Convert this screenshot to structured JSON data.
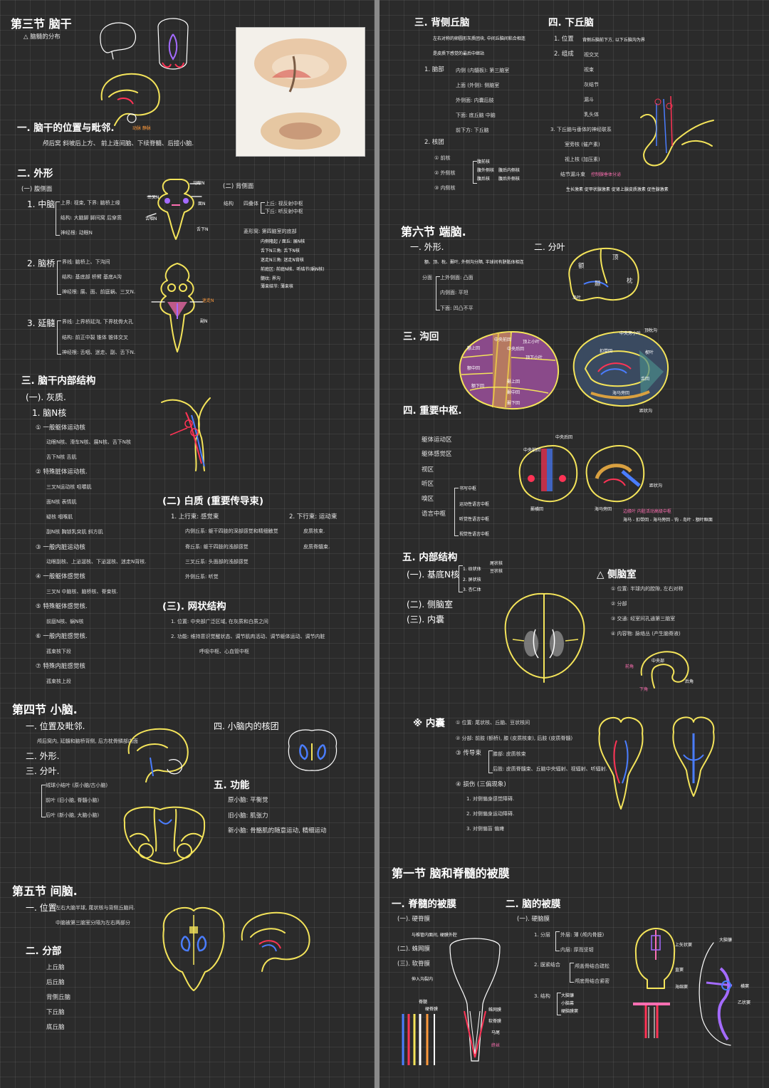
{
  "left": {
    "sec3_title": "第三节 脑干",
    "sec3_sub": "△ 脑髓的分布",
    "s1_title": "一. 脑干的位置与毗邻.",
    "s1_text": "颅后窝 斜坡后上方、 前上连间脑、下续脊髓、后接小脑.",
    "s2_title": "二. 外形",
    "s2_sub1": "(一) 腹侧面",
    "s2_sub2": "(二) 背侧面",
    "mid_title": "1. 中脑",
    "mid_l1": "上界: 视束, 下界: 脑桥上缘",
    "mid_l2": "结构: 大脑脚 脚间窝 后穿质",
    "mid_l3": "神经根: 动眼N",
    "pons_title": "2. 脑桥",
    "pons_l1": "界线: 脑桥上、下沟间",
    "pons_l2": "结构: 基底部 桥臂 基底A沟",
    "pons_l3": "神经根: 展、面、前庭蜗、三叉N.",
    "med_title": "3. 延髓",
    "med_l1": "界线: 上界桥延沟, 下界枕骨大孔",
    "med_l2": "结构: 前正中裂 锥体 锥体交叉",
    "med_l3": "神经根: 舌咽、迷走、副、舌下N.",
    "dorsal_l1": "结构",
    "dorsal_l2": "四叠体",
    "dorsal_l3": "上丘: 视反射中枢",
    "dorsal_l4": "下丘: 听反射中枢",
    "dorsal_l5": "菱形窝: 第四脑室的底部",
    "dorsal_items": [
      "内侧隆起 / 面丘: 展N核",
      "舌下N三角: 舌下N核",
      "迷走N三角: 迷走N背核",
      "前庭区: 前庭N核、听结节(蜗N核)",
      "髓纹: 界沟",
      "薄束结节: 薄束核"
    ],
    "s3_title": "三. 脑干内部结构",
    "s3_sub": "(一). 灰质.",
    "gray_1": "1. 脑N核",
    "gray_a": "① 一般躯体运动核",
    "gray_a1": "动眼N核、滑车N核、展N核、舌下N核",
    "gray_a2": "舌下N核 舌肌",
    "gray_b": "② 特殊脏体运动核.",
    "gray_b1": "三叉N运动核 咀嚼肌",
    "gray_b2": "面N核 表情肌",
    "gray_b3": "疑核 咽喉肌",
    "gray_b4": "副N核 胸锁乳突肌 斜方肌",
    "gray_c": "③ 一般内脏运动核",
    "gray_c1": "动眼副核、上泌涎核、下泌涎核、迷走N背核.",
    "gray_d": "④ 一般躯体感觉核",
    "gray_d1": "三叉N 中脑核、脑桥核、脊束核.",
    "gray_e": "⑤ 特殊躯体感觉核.",
    "gray_e1": "前庭N核、蜗N核",
    "gray_f": "⑥ 一般内脏感觉核.",
    "gray_f1": "孤束核下段",
    "gray_g": "⑦ 特殊内脏感觉核",
    "gray_g1": "孤束核上段",
    "white_title": "(二) 白质 (重要传导束)",
    "white_1": "1. 上行束: 感觉束",
    "white_1a": "内侧丘系: 躯干四肢的深部感觉和精细触觉",
    "white_1b": "脊丘系: 躯干四肢的浅部感觉",
    "white_1c": "三叉丘系: 头面部的浅部感觉",
    "white_1d": "外侧丘系: 听觉",
    "white_2": "2. 下行束: 运动束",
    "white_2a": "皮质核束.",
    "white_2b": "皮质脊髓束.",
    "ret_title": "(三). 网状结构",
    "ret_1": "1. 位置: 中央部广泛区域, 在灰质和白质之间",
    "ret_2": "2. 功能: 维持意识觉醒状态、调节肌肉活动、调节躯体运动、调节内脏",
    "ret_3": "呼吸中枢、心血管中枢",
    "sec4_title": "第四节 小脑.",
    "c1": "一. 位置及毗邻.",
    "c1t": "颅后窝内, 延髓和脑桥背侧, 后方枕骨鳞部内面",
    "c2": "二. 外形.",
    "c3": "三. 分叶.",
    "c3a": "绒球小结叶 (原小脑/古小脑)",
    "c3b": "前叶 (旧小脑, 脊髓小脑)",
    "c3c": "后叶 (新小脑, 大脑小脑)",
    "c4": "四. 小脑内的核团",
    "c5": "五. 功能",
    "c5a": "原小脑: 平衡觉",
    "c5b": "旧小脑: 肌张力",
    "c5c": "新小脑: 骨骼肌的随意运动, 精细运动",
    "sec5_title": "第五节 间脑.",
    "d1": "一. 位置",
    "d1t": "左右大脑半球, 尾状核与背侧丘脑间.",
    "d1t2": "中脑被第三脑室分隔为左右两部分",
    "d2": "二. 分部",
    "d2a": "上丘脑",
    "d2b": "后丘脑",
    "d2c": "背侧丘脑",
    "d2d": "下丘脑",
    "d2e": "底丘脑",
    "lab_vein": "动脉 静脉",
    "lab_trig": "三叉N",
    "lab_eye": "动眼N",
    "lab_face": "面N",
    "lab_hypo": "舌下N",
    "lab_gloss": "舌咽N",
    "lab_vagus": "迷走N",
    "lab_acc": "副N"
  },
  "right": {
    "thal_title": "三. 背侧丘脑",
    "thal_t1": "左右对称的卵圆形灰质团块, 中间丘脑间粘合相连",
    "thal_t2": "是皮质下感觉的最后中继站",
    "thal_1": "1. 脑部",
    "thal_1a": "内侧 (内髓板): 第三脑室",
    "thal_1b": "上面 (外侧): 侧脑室",
    "thal_1c": "外侧面: 内囊后肢",
    "thal_1d": "下面: 底丘脑 中脑",
    "thal_1e": "前下方: 下丘脑",
    "thal_2": "2. 核团",
    "thal_2a": "① 前核",
    "thal_2b": "② 外侧核",
    "thal_2c": "③ 内侧核",
    "thal_2s": [
      "腹前核",
      "腹外侧核",
      "腹后核",
      "腹后内侧核",
      "腹后外侧核"
    ],
    "hyp_title": "四. 下丘脑",
    "hyp_1": "1. 位置",
    "hyp_1t": "背侧丘脑前下方, 以下丘脑沟为界",
    "hyp_2": "2. 组成",
    "hyp_2s": [
      "视交叉",
      "视束",
      "灰结节",
      "漏斗",
      "乳头体"
    ],
    "hyp_3": "3. 下丘脑与垂体的神经联系",
    "hyp_3a": "室旁核 (催产素)",
    "hyp_3b": "视上核 (加压素)",
    "hyp_3c": "结节漏斗束",
    "hyp_3c2": "控制腺垂体分泌",
    "hyp_3d": "生长激素 促甲状腺激素 促肾上腺皮质激素 促性腺激素",
    "tel_title": "第六节 端脑.",
    "tel_1": "一. 外形.",
    "tel_1t": "额、顶、枕、颞叶, 外侧沟分隔, 半球间有胼胝体相连",
    "tel_1a": "分面",
    "tel_1b": "上外侧面: 凸面",
    "tel_1c": "内侧面: 平坦",
    "tel_1d": "下面: 凹凸不平",
    "tel_2": "二. 分叶",
    "lobes": [
      "额",
      "顶",
      "枕",
      "颞",
      "岛叶"
    ],
    "tel_3": "三. 沟回",
    "gyri_left": [
      "额上回",
      "额中回",
      "额下回",
      "中央前回",
      "中央后回",
      "顶上小叶",
      "顶下小叶",
      "颞上回",
      "颞中回",
      "颞下回"
    ],
    "gyri_right": [
      "扣带回",
      "楔叶",
      "舌回",
      "海马旁回",
      "中央旁小叶",
      "距状沟",
      "顶枕沟"
    ],
    "tel_4": "四. 重要中枢.",
    "ctr": [
      "躯体运动区",
      "躯体感觉区",
      "视区",
      "听区",
      "嗅区",
      "语言中枢"
    ],
    "ctr_lang": [
      "书写中枢",
      "运动性语言中枢",
      "听觉性语言中枢",
      "视觉性语言中枢"
    ],
    "ctr_lab": [
      "中央前回",
      "中央后回",
      "距状沟",
      "颞横回",
      "海马旁回"
    ],
    "ctr_note": "边缘叶 内脏活动高级中枢",
    "ctr_note2": "海马 - 扣带回 - 海马旁回 - 钩 - 岛叶 - 额叶眶面",
    "tel_5": "五. 内部结构",
    "tel_5a": "(一). 基底N核",
    "tel_5a_items": [
      "1. 纹状体",
      "2. 屏状核",
      "3. 杏仁体"
    ],
    "tel_5a_sub": [
      "尾状核",
      "豆状核"
    ],
    "tel_5b": "(二). 侧脑室",
    "tel_5c": "(三). 内囊",
    "lv_title": "△ 侧脑室",
    "lv_1": "① 位置: 半球内的腔隙, 左右对称",
    "lv_2": "② 分部",
    "lv_3": "③ 交通: 经室间孔通第三脑室",
    "lv_4": "④ 内容物: 脉络丛 (产生脑脊液)",
    "lv_parts": [
      "前角",
      "中央部",
      "后角",
      "下角"
    ],
    "ic_title": "※ 内囊",
    "ic_1": "① 位置: 尾状核、丘脑、豆状核间",
    "ic_2": "② 分部: 前肢 (额桥), 膝 (皮质核束), 后肢 (皮质脊髓)",
    "ic_3": "③ 传导束",
    "ic_3a": "膝部: 皮质核束",
    "ic_3b": "后肢: 皮质脊髓束、丘脑中央辐射、视辐射、听辐射.",
    "ic_4": "④ 损伤 (三偏现象)",
    "ic_4a": "1. 对侧偏身感觉障碍.",
    "ic_4b": "2. 对侧偏身运动障碍.",
    "ic_4c": "3. 对侧偏盲 偏瘫",
    "mem_title": "第一节 脑和脊髓的被膜",
    "sp_title": "一. 脊髓的被膜",
    "sp_1": "(一). 硬脊膜",
    "sp_1t": "与椎管内面间, 硬膜外腔",
    "sp_2": "(二). 蛛网膜",
    "sp_3": "(三). 软脊膜",
    "sp_3t": "伸入沟裂内",
    "br_title": "二. 脑的被膜",
    "br_1": "(一). 硬脑膜",
    "br_1a": "1. 分层",
    "br_1a1": "外层: 薄 (颅内骨膜)",
    "br_1a2": "内层: 厚而坚韧",
    "br_1b": "2. 膜紧结合",
    "br_1b1": "颅盖骨结合疏松",
    "br_1b2": "颅底骨结合紧密",
    "br_1c": "3. 结构",
    "br_1c1": "大脑镰",
    "br_1c2": "小脑幕",
    "br_1c3": "硬脑膜窦",
    "lab_spine": [
      "硬脊膜",
      "蛛网膜",
      "软脊膜",
      "脊髓",
      "马尾",
      "终丝"
    ],
    "lab_head": [
      "大脑镰",
      "上矢状窦",
      "直窦",
      "横窦",
      "乙状窦",
      "海绵窦"
    ]
  }
}
